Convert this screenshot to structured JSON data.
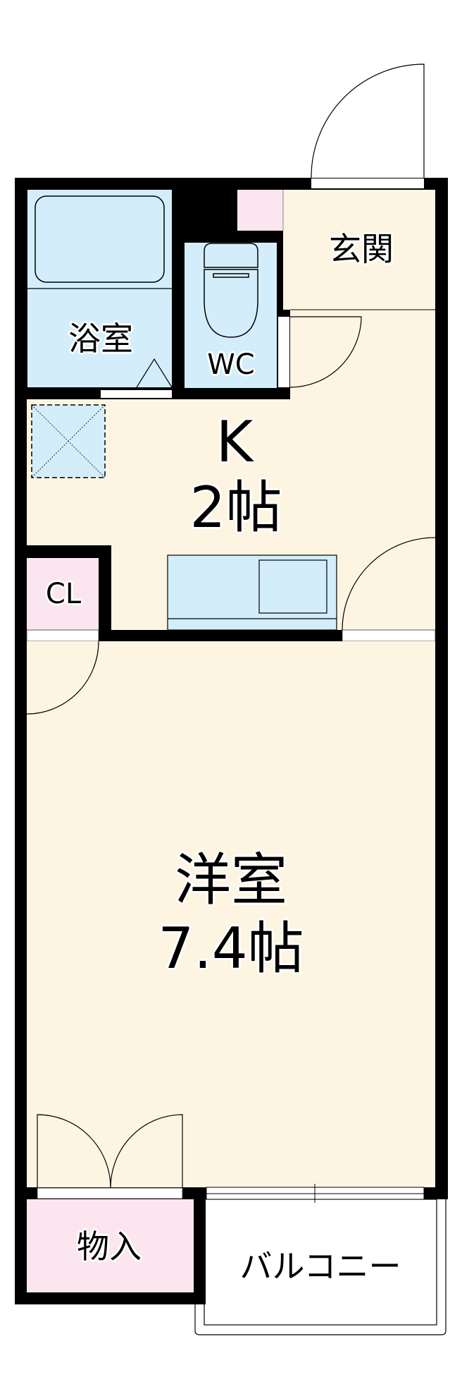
{
  "floorplan": {
    "colors": {
      "wall": "#000000",
      "floor": "#fdf5e2",
      "wet_area": "#d3eefa",
      "storage": "#fbe6ef",
      "opening": "#ffffff"
    },
    "rooms": {
      "bath": {
        "label": "浴室"
      },
      "wc": {
        "label": "WC"
      },
      "entrance": {
        "label": "玄関"
      },
      "kitchen": {
        "label": "K",
        "size": "2帖"
      },
      "closet": {
        "label": "CL"
      },
      "western_room": {
        "label": "洋室",
        "size": "7.4帖"
      },
      "storage": {
        "label": "物入"
      },
      "balcony": {
        "label": "バルコニー"
      }
    }
  }
}
